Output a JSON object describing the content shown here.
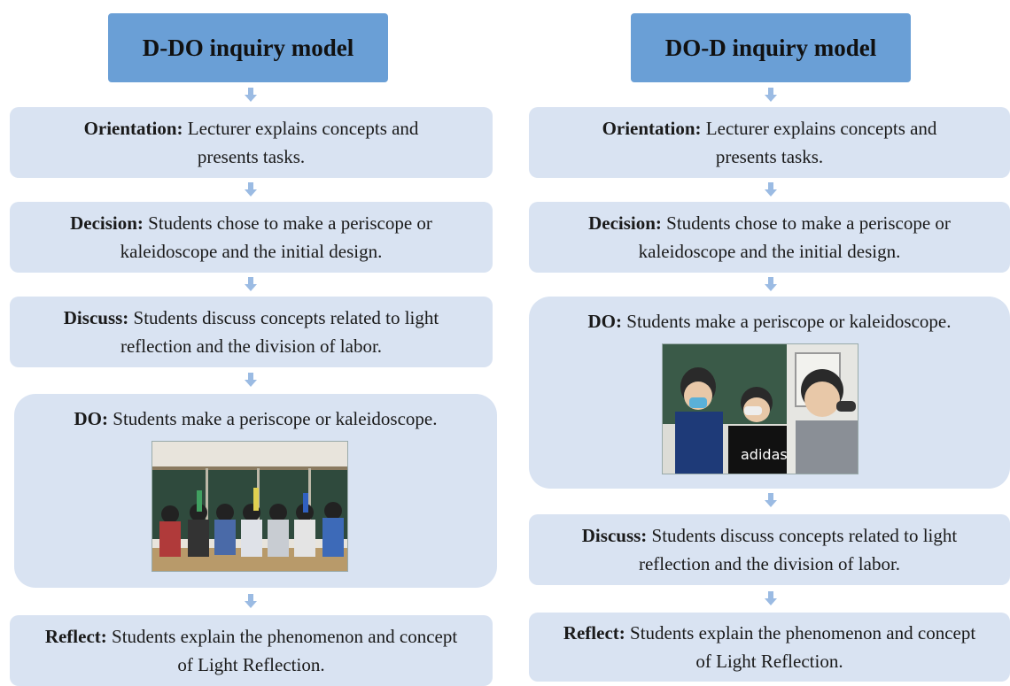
{
  "left": {
    "title": "D-DO inquiry model",
    "orientation": {
      "key": "Orientation:",
      "line1": " Lecturer explains concepts and",
      "line2": "presents tasks."
    },
    "decision": {
      "key": "Decision:",
      "line1": " Students chose to make a periscope or",
      "line2": "kaleidoscope and  the initial design."
    },
    "discuss": {
      "key": "Discuss:",
      "line1": " Students discuss concepts related to light",
      "line2": "reflection and the division of labor."
    },
    "do": {
      "key": "DO:",
      "line1": " Students make a periscope or kaleidoscope."
    },
    "reflect": {
      "key": "Reflect:",
      "line1": " Students explain the phenomenon and concept",
      "line2": "of Light Reflection."
    }
  },
  "right": {
    "title": "DO-D inquiry model",
    "orientation": {
      "key": "Orientation:",
      "line1": " Lecturer explains concepts and",
      "line2": "presents tasks."
    },
    "decision": {
      "key": "Decision:",
      "line1": " Students chose to make a periscope or",
      "line2": "kaleidoscope and  the initial design."
    },
    "do": {
      "key": "DO:",
      "line1": " Students make a periscope or kaleidoscope."
    },
    "discuss": {
      "key": "Discuss:",
      "line1": " Students discuss concepts related to light",
      "line2": "reflection and the division of labor."
    },
    "reflect": {
      "key": "Reflect:",
      "line1": " Students explain the phenomenon and concept",
      "line2": "of Light Reflection."
    }
  },
  "colors": {
    "box": "#d9e3f2",
    "title": "#6a9fd6",
    "arrow": "#9bbbe3"
  }
}
